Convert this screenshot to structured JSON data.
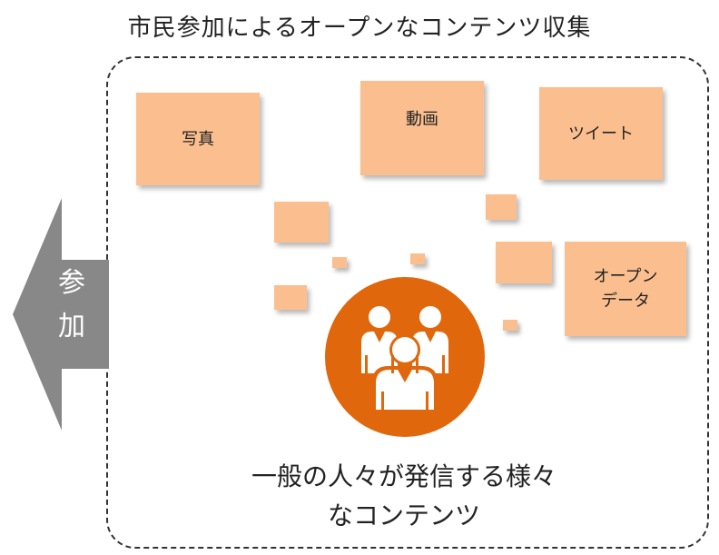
{
  "title": "市民参加によるオープンなコンテンツ収集",
  "arrow": {
    "line1": "参",
    "line2": "加"
  },
  "content_boxes": {
    "photo": "写真",
    "video": "動画",
    "tweet": "ツイート",
    "open_data_line1": "オープン",
    "open_data_line2": "データ"
  },
  "people_icon": "group-of-people-icon",
  "caption": {
    "line1": "一般の人々が発信する様々",
    "line2": "なコンテンツ"
  },
  "colors": {
    "box_fill": "#fbbf8f",
    "circle_fill": "#e0670c",
    "arrow_fill": "#888888"
  }
}
